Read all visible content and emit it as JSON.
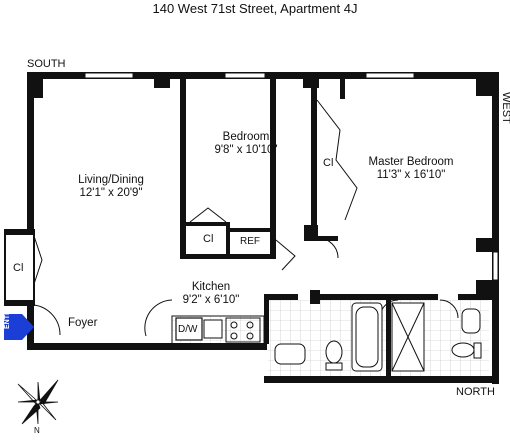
{
  "title": "140 West 71st Street, Apartment 4J",
  "compass_labels": {
    "south": "SOUTH",
    "west": "WEST",
    "north": "NORTH"
  },
  "rooms": {
    "living_dining": {
      "name": "Living/Dining",
      "size": "12'1\" x 20'9\""
    },
    "bedroom": {
      "name": "Bedroom",
      "size": "9'8\" x 10'10\""
    },
    "master_bedroom": {
      "name": "Master Bedroom",
      "size": "11'3\" x 16'10\""
    },
    "kitchen": {
      "name": "Kitchen",
      "size": "9'2\" x 6'10\""
    },
    "foyer": {
      "name": "Foyer"
    }
  },
  "fixtures": {
    "closet_foyer": "Cl",
    "closet_bedroom": "Cl",
    "closet_master": "Cl",
    "refrigerator": "REF",
    "dishwasher": "D/W"
  },
  "entry_label": "ENTRY",
  "compass_rose_letter": "N",
  "colors": {
    "wall": "#111111",
    "entry_arrow": "#1a3ed6",
    "tile": "#bbbbbb"
  }
}
